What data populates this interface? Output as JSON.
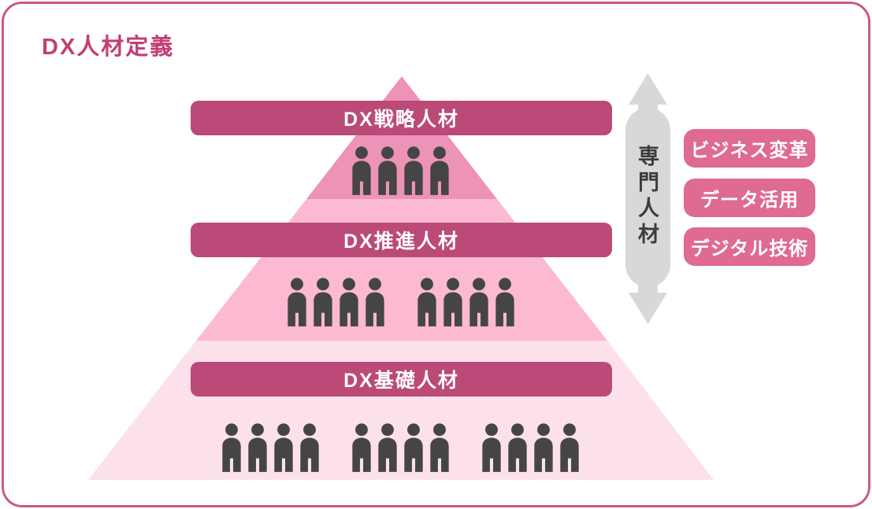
{
  "title": "DX人材定義",
  "colors": {
    "card_border": "#cc5884",
    "title": "#c23e75",
    "bar": "#bb4a78",
    "bar_text": "#ffffff",
    "tier_top": "#ee93b8",
    "tier_middle": "#fcbad2",
    "tier_bottom": "#fce0eb",
    "pill": "#df6a92",
    "pill_text": "#ffffff",
    "capsule": "#d8d8d8",
    "person": "#454545",
    "vertical_label_text": "#3c3c3c"
  },
  "pyramid": {
    "tiers": [
      {
        "label": "DX戦略人材",
        "people": 4
      },
      {
        "label": "DX推進人材",
        "people": 8
      },
      {
        "label": "DX基礎人材",
        "people": 12
      }
    ]
  },
  "side": {
    "vertical_label": "専門人材",
    "pills": [
      {
        "label": "ビジネス変革"
      },
      {
        "label": "データ活用"
      },
      {
        "label": "デジタル技術"
      }
    ]
  }
}
